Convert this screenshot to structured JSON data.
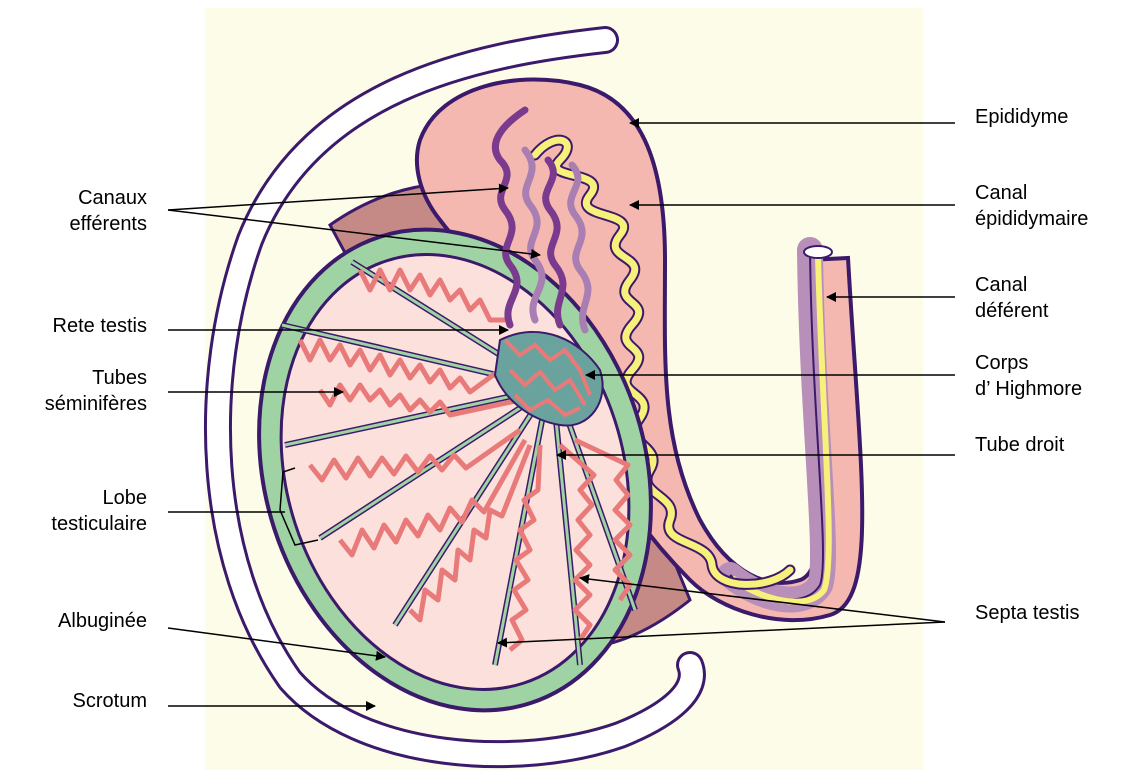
{
  "colors": {
    "background": "#fdfce8",
    "outline": "#3b1a6b",
    "scrotum_fill": "#ffffff",
    "albuginea": "#9fd3a3",
    "lobule_fill": "#fbe0dc",
    "tubule": "#e97a7a",
    "epididymis": "#f5b8b0",
    "epididymis_back": "#c68a86",
    "efferent": "#7a3b8f",
    "efferent_light": "#a97fb3",
    "canal_yellow": "#f7f07a",
    "deferent_fill": "#b88fb8",
    "rete": "#6aa39d"
  },
  "labels": {
    "epididyme": "Epididyme",
    "canal_epididymaire_1": "Canal",
    "canal_epididymaire_2": "épididymaire",
    "canal_deferent_1": "Canal",
    "canal_deferent_2": "déférent",
    "corps_highmore_1": "Corps",
    "corps_highmore_2": "d’ Highmore",
    "tube_droit": "Tube droit",
    "septa_testis": "Septa testis",
    "canaux_efferents_1": "Canaux",
    "canaux_efferents_2": "efférents",
    "rete_testis": "Rete testis",
    "tubes_seminiferes_1": "Tubes",
    "tubes_seminiferes_2": "séminifères",
    "lobe_testiculaire_1": "Lobe",
    "lobe_testiculaire_2": "testiculaire",
    "albuginee": "Albuginée",
    "scrotum": "Scrotum"
  }
}
